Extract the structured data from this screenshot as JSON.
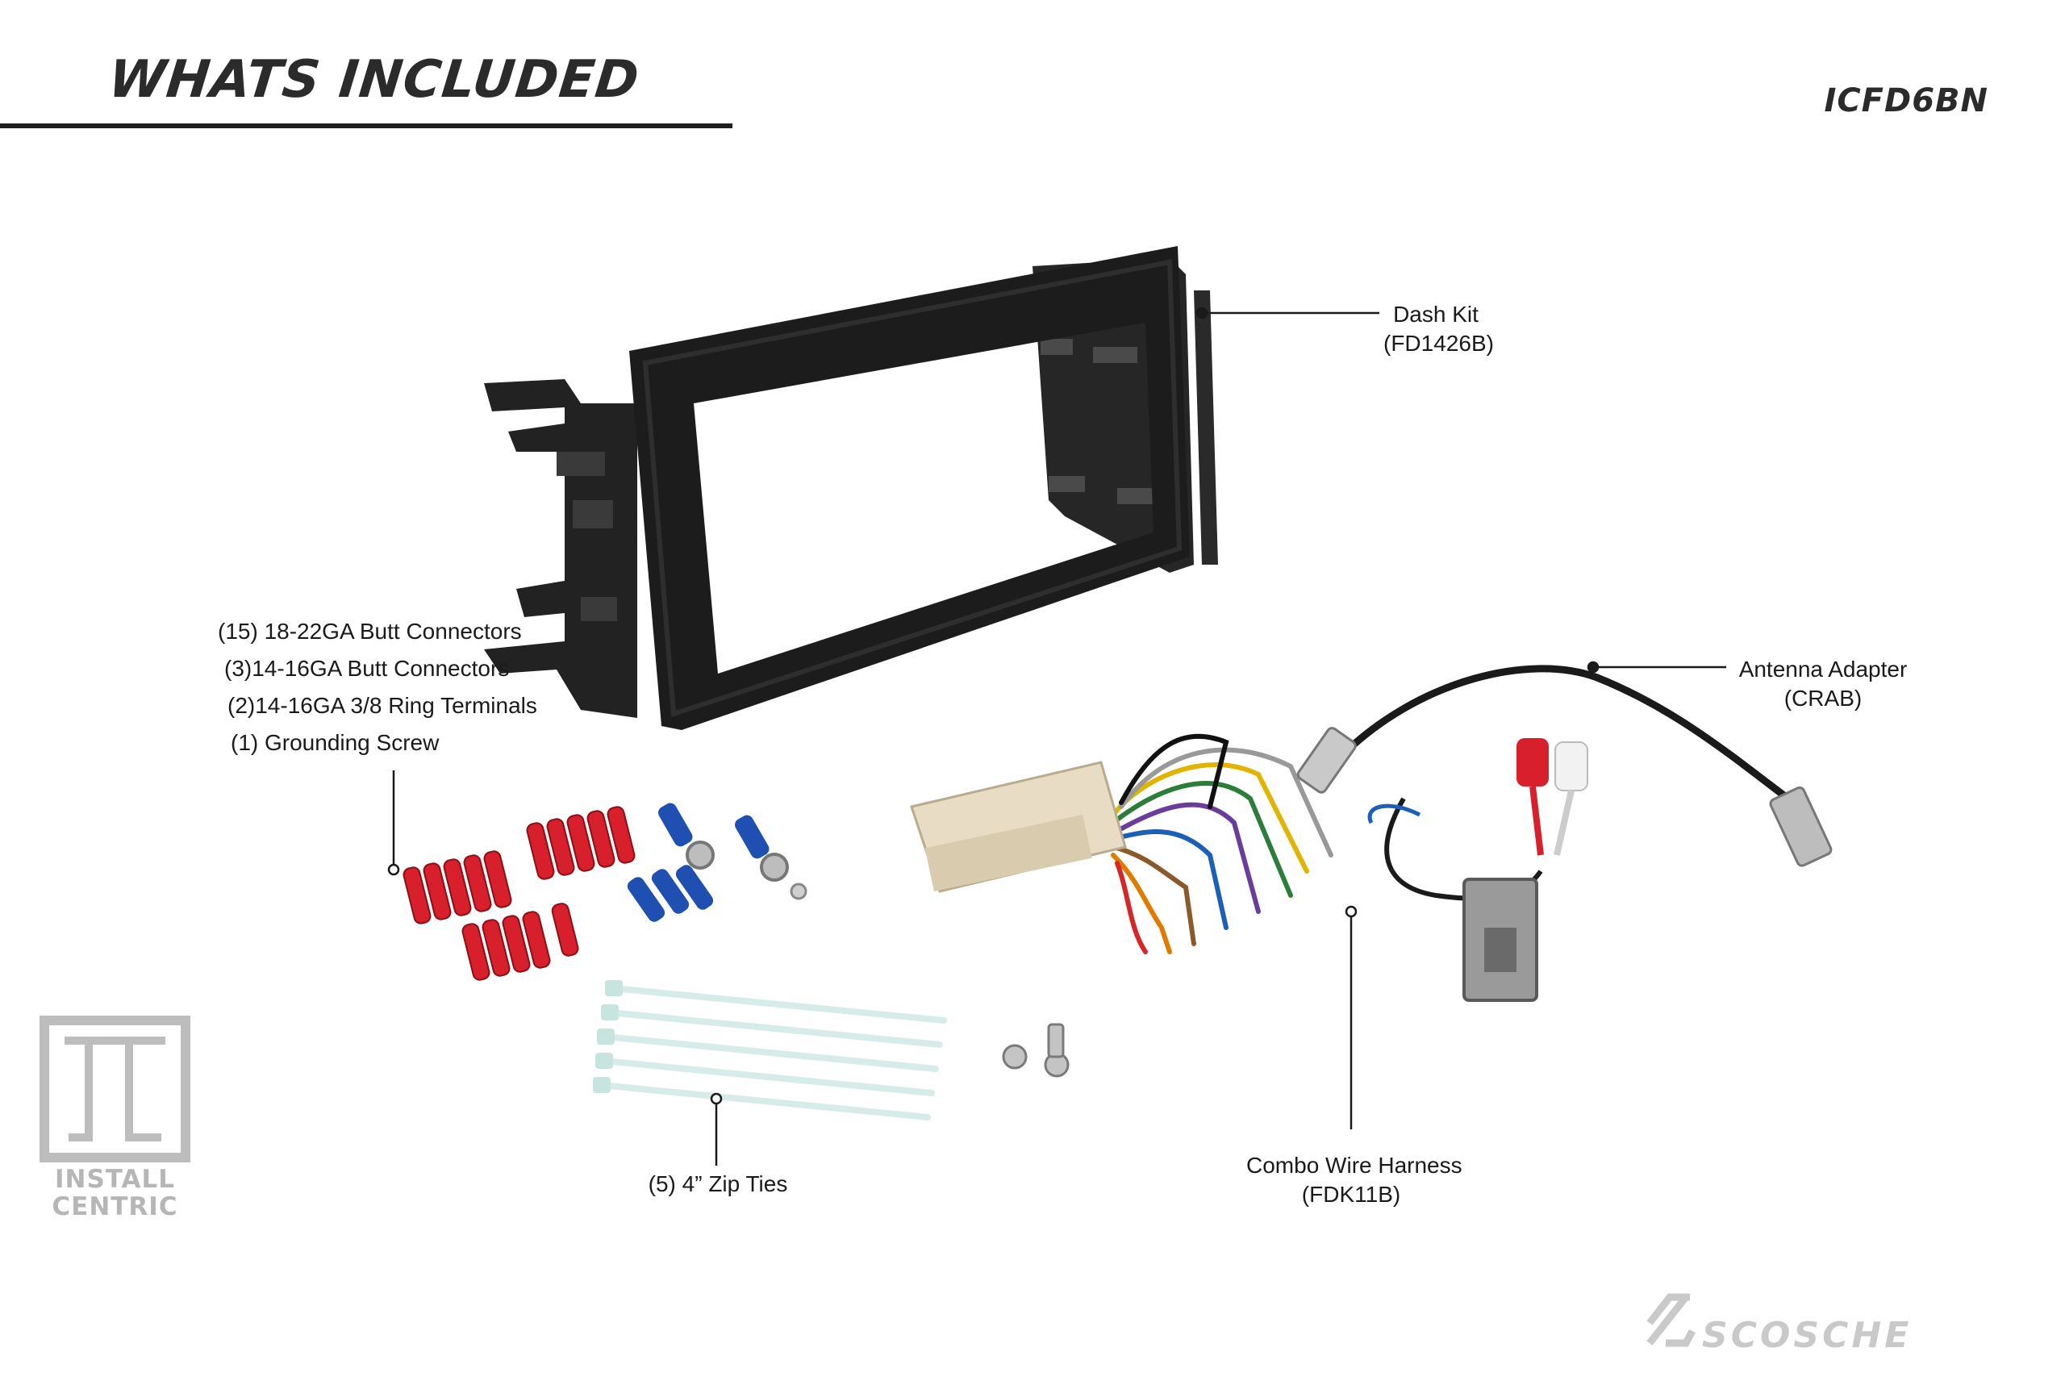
{
  "header": {
    "title": "WHATS INCLUDED",
    "model": "ICFD6BN"
  },
  "callouts": {
    "dash_kit": {
      "line1": "Dash Kit",
      "line2": "(FD1426B)"
    },
    "antenna": {
      "line1": "Antenna Adapter",
      "line2": "(CRAB)"
    },
    "connectors": [
      "(15) 18-22GA Butt Connectors",
      "(3)14-16GA Butt Connectors",
      "(2)14-16GA 3/8 Ring Terminals",
      "(1) Grounding Screw"
    ],
    "zip_ties": "(5) 4” Zip Ties",
    "harness": {
      "line1": "Combo Wire Harness",
      "line2": "(FDK11B)"
    }
  },
  "brand": {
    "install_line1": "INSTALL",
    "install_line2": "CENTRIC",
    "scosche": "SCOSCHE"
  },
  "colors": {
    "kit": "#1c1c1c",
    "red_connector": "#d8202c",
    "blue_connector": "#1f4fb0",
    "harness_plug": "#e8dcc4",
    "leader_line": "#1a1a1a"
  }
}
